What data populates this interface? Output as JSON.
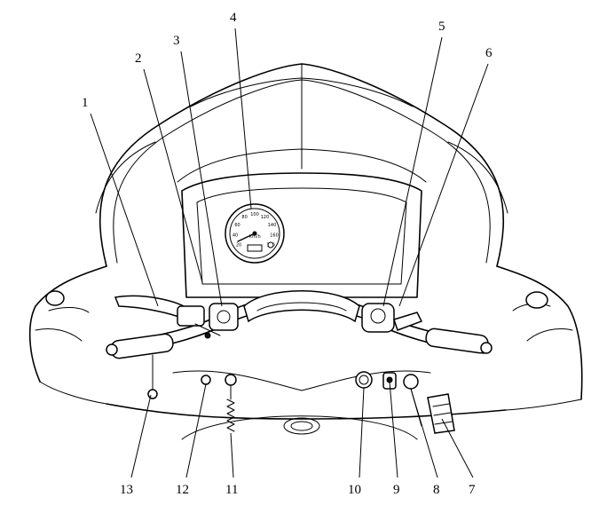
{
  "figure": {
    "callouts": [
      {
        "id": "1",
        "text": "1"
      },
      {
        "id": "2",
        "text": "2"
      },
      {
        "id": "3",
        "text": "3"
      },
      {
        "id": "4",
        "text": "4"
      },
      {
        "id": "5",
        "text": "5"
      },
      {
        "id": "6",
        "text": "6"
      },
      {
        "id": "7",
        "text": "7"
      },
      {
        "id": "8",
        "text": "8"
      },
      {
        "id": "9",
        "text": "9"
      },
      {
        "id": "10",
        "text": "10"
      },
      {
        "id": "11",
        "text": "11"
      },
      {
        "id": "12",
        "text": "12"
      },
      {
        "id": "13",
        "text": "13"
      }
    ],
    "speedometer": {
      "ticks": [
        "20",
        "40",
        "60",
        "80",
        "100",
        "120",
        "140",
        "160",
        "180"
      ],
      "unit": "km/h"
    }
  }
}
